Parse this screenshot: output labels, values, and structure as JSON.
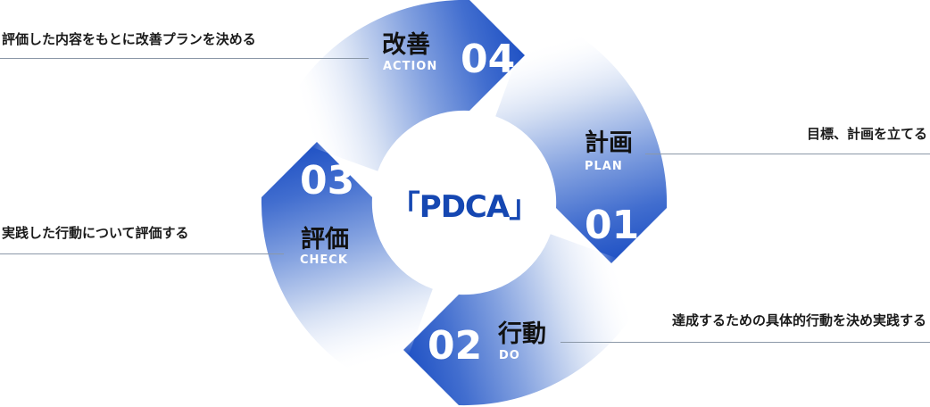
{
  "center": {
    "title": "「PDCA」"
  },
  "steps": {
    "plan": {
      "num": "01",
      "jp": "計画",
      "en": "PLAN",
      "note": "目標、計画を立てる"
    },
    "do": {
      "num": "02",
      "jp": "行動",
      "en": "DO",
      "note": "達成するための具体的行動を決め実践する"
    },
    "check": {
      "num": "03",
      "jp": "評価",
      "en": "CHECK",
      "note": "実践した行動について評価する"
    },
    "action": {
      "num": "04",
      "jp": "改善",
      "en": "ACTION",
      "note": "評価した内容をもとに改善プランを決める"
    }
  },
  "colors": {
    "segment_dark": "#1f51c4",
    "segment_mid": "#84a2e0",
    "segment_light": "#d0dcf2",
    "title_blue": "#1547b2",
    "note_line": "#8b98a8",
    "note_text": "#1a1a1a"
  }
}
